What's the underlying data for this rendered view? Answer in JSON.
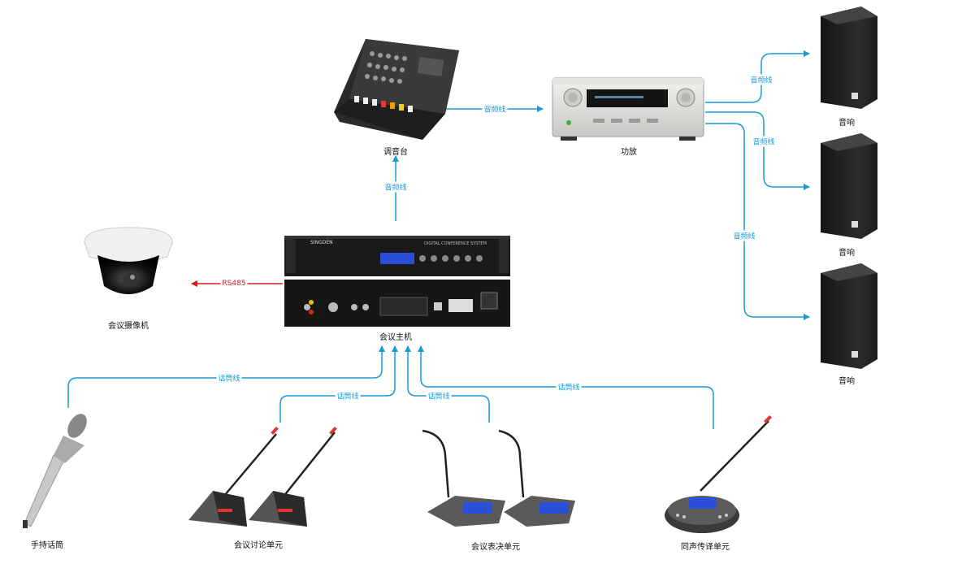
{
  "devices": {
    "mixer": "调音台",
    "amplifier": "功放",
    "speaker_1": "音响",
    "speaker_2": "音响",
    "speaker_3": "音响",
    "camera": "会议摄像机",
    "host": "会议主机",
    "handheld_mic": "手持话筒",
    "discussion_unit": "会议讨论单元",
    "voting_unit": "会议表决单元",
    "interpretation_unit": "同声传译单元"
  },
  "host_panel": {
    "brand": "SINGDEN",
    "system_title": "DIGITAL CONFERENCE SYSTEM"
  },
  "connections": {
    "mixer_to_amp": "音频线",
    "host_to_mixer": "音频线",
    "amp_to_speaker_1": "音频线",
    "amp_to_speaker_2": "音频线",
    "amp_to_speaker_3": "音频线",
    "host_to_camera": "RS485",
    "mic_to_host": "话筒线",
    "discussion_to_host": "话筒线",
    "voting_to_host": "话筒线",
    "interp_to_host": "话筒线"
  },
  "colors": {
    "audio_line": "#1a9ad6",
    "control_line": "#d11a1a",
    "device_dark": "#2b2b2b",
    "device_silver": "#d9d9d6"
  }
}
